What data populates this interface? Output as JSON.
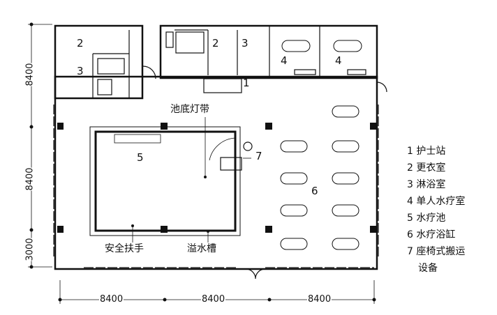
{
  "rooms": {
    "r2a": "2",
    "r3a": "3",
    "r2b": "2",
    "r3b": "3",
    "r4a": "4",
    "r4b": "4",
    "r1": "1",
    "r5": "5",
    "r6": "6",
    "r7": "7"
  },
  "annotations": {
    "pool_lights": "池底灯带",
    "handrail": "安全扶手",
    "overflow": "溢水槽"
  },
  "dimensions": {
    "h1": "8400",
    "h2": "8400",
    "h3": "8400",
    "v1": "8400",
    "v2": "8400",
    "v3": "3000"
  },
  "legend": [
    "1 护士站",
    "2 更衣室",
    "3 淋浴室",
    "4 单人水疗室",
    "5 水疗池",
    "6 水疗浴缸",
    "7 座椅式搬运"
  ],
  "legend_cont": "设备"
}
